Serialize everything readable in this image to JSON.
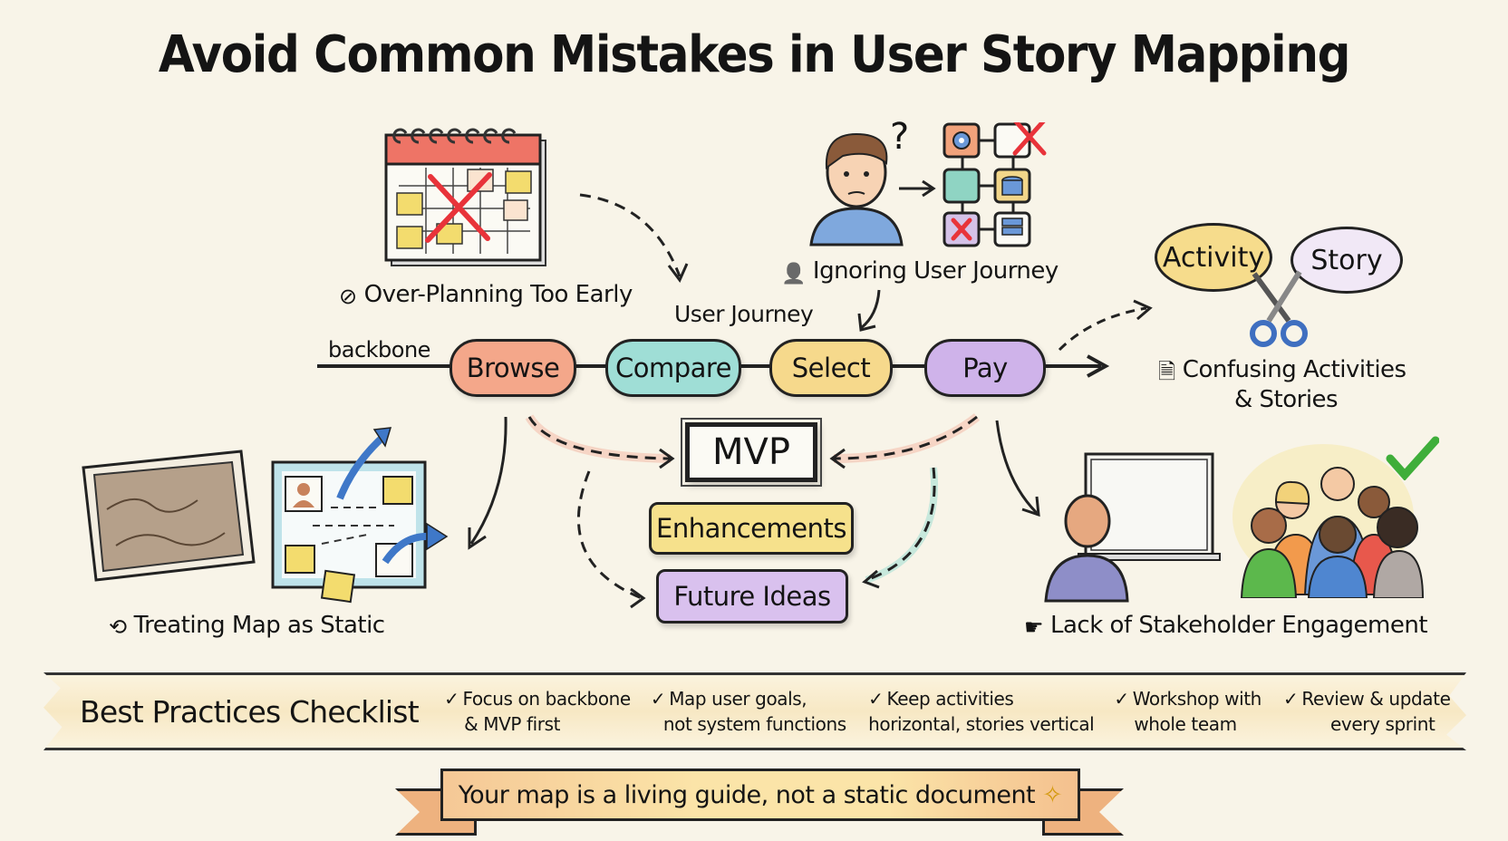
{
  "title": "Avoid Common Mistakes in User Story Mapping",
  "mistakes": {
    "over_planning": {
      "icon": "stopwatch-check-icon",
      "glyph": "⊘",
      "label": "Over-Planning Too Early"
    },
    "ignoring_journey": {
      "icon": "user-icon",
      "glyph": "👤",
      "label": "Ignoring User Journey"
    },
    "confusing": {
      "icon": "document-icon",
      "glyph": "🗎",
      "label_line1": "Confusing Activities",
      "label_line2": "& Stories"
    },
    "static_map": {
      "icon": "refresh-icon",
      "glyph": "⟲",
      "label": "Treating Map as Static"
    },
    "stakeholder": {
      "icon": "presenter-icon",
      "glyph": "☛",
      "label": "Lack of Stakeholder Engagement"
    }
  },
  "journey": {
    "label": "User Journey",
    "backbone_label": "backbone",
    "steps": [
      {
        "label": "Browse",
        "color": "#f4a78a"
      },
      {
        "label": "Compare",
        "color": "#9fded6"
      },
      {
        "label": "Select",
        "color": "#f6d98c"
      },
      {
        "label": "Pay",
        "color": "#cfb3ea"
      }
    ]
  },
  "releases": {
    "mvp": "MVP",
    "enhancements": "Enhancements",
    "future": "Future Ideas"
  },
  "bubbles": {
    "activity": "Activity",
    "story": "Story"
  },
  "question_mark": "?",
  "checklist": {
    "title": "Best Practices Checklist",
    "check_glyph": "✓",
    "items": [
      {
        "line1": "Focus on backbone",
        "line2": "& MVP first"
      },
      {
        "line1": "Map user goals,",
        "line2": "not system functions"
      },
      {
        "line1": "Keep activities",
        "line2": "horizontal, stories vertical"
      },
      {
        "line1": "Workshop with",
        "line2": "whole team"
      },
      {
        "line1": "Review & update",
        "line2": "every sprint"
      }
    ]
  },
  "footer": {
    "text": "Your map is a living guide, not a static document",
    "sparkle": "✧"
  },
  "colors": {
    "background": "#f8f4e8",
    "red_cross": "#e8333a",
    "sticky_yellow": "#f3dc6e",
    "green_check": "#3fae3a",
    "arrow_blue": "#3f78c8"
  }
}
